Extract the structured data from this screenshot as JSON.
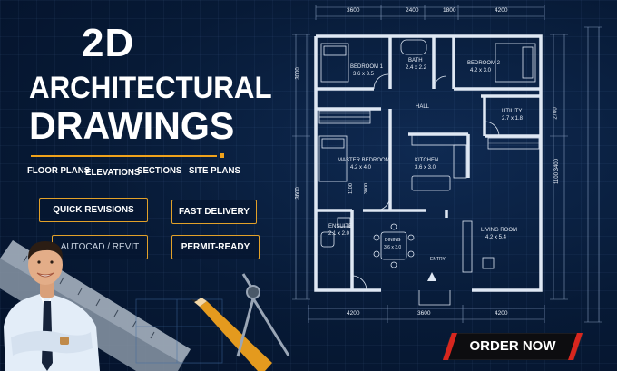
{
  "hero": {
    "line1": "2D",
    "line2": "ARCHITECTURAL",
    "line3": "DRAWINGS"
  },
  "services": [
    "FLOOR PLANS",
    "ELEVATIONS",
    "SECTIONS",
    "SITE PLANS"
  ],
  "badges": {
    "quick_revisions": "QUICK REVISIONS",
    "fast_delivery": "FAST DELIVERY",
    "autocad": "AUTOCAD / REVIT",
    "permit_ready": "PERMIT-READY"
  },
  "cta": {
    "order": "ORDER NOW"
  },
  "plan": {
    "rooms": {
      "bedroom1": "BEDROOM 1",
      "bedroom1_size": "3.6 x 3.5",
      "bath": "BATH",
      "bath_size": "2.4 x 2.2",
      "bedroom2": "BEDROOM 2",
      "bedroom2_size": "4.2 x 3.0",
      "hall": "HALL",
      "utility": "UTILITY",
      "utility_size": "2.7 x 1.8",
      "master": "MASTER BEDROOM",
      "master_size": "4.2 x 4.0",
      "kitchen": "KITCHEN",
      "kitchen_size": "3.6 x 3.0",
      "ensuite": "ENSUITE",
      "ensuite_size": "2.1 x 2.0",
      "dining": "DINING",
      "dining_size": "3.6 x 3.0",
      "living": "LIVING ROOM",
      "living_size": "4.2 x 5.4",
      "entry": "ENTRY"
    },
    "dims": {
      "top1": "3600",
      "top2": "2400",
      "top3": "1800",
      "top4": "4200",
      "bot1": "4200",
      "bot2": "3600",
      "bot3": "4200",
      "left1": "3000",
      "left2": "3600",
      "right1": "2700",
      "right2": "1100 3400",
      "inner1": "1100",
      "inner2": "3000"
    }
  },
  "colors": {
    "accent": "#e2a129",
    "order_red": "#d7261e",
    "bg": "#071a36"
  }
}
